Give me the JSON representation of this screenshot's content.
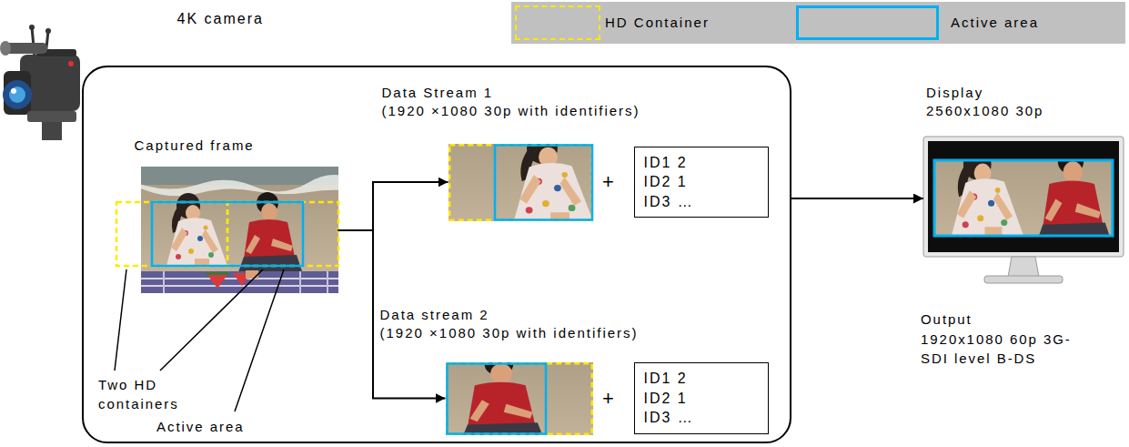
{
  "diagram": {
    "nodes": [
      {
        "text": [
          "4K camera"
        ]
      },
      {
        "text": [
          "Captured frame"
        ],
        "in": 0
      },
      {
        "text": [
          "Data Stream 1",
          "(1920 ×1080 30p with identifiers)"
        ],
        "in": 0
      },
      {
        "text": [
          "ID1 2",
          "ID2 1",
          "ID3 …"
        ],
        "in": 0
      },
      {
        "text": [
          "Data stream 2",
          "(1920 ×1080 30p with identifiers)"
        ],
        "in": 0
      },
      {
        "text": [
          "ID1 2",
          "ID2 1",
          "ID3 …"
        ],
        "in": 0
      },
      {
        "text": [
          "Display",
          "2560x1080 30p"
        ]
      }
    ],
    "edges": [
      {
        "from": 1,
        "to": 2,
        "arrow": "to"
      },
      {
        "from": 1,
        "to": 4,
        "arrow": "to"
      },
      {
        "from": 0,
        "to": 6,
        "arrow": "to"
      }
    ],
    "labels": [
      "+",
      "+",
      "Two HD containers",
      "Active area",
      "Output",
      "1920x1080 60p 3G-SDI level B-DS"
    ],
    "legend": [
      {
        "text": "HD Container"
      },
      {
        "text": "Active area"
      }
    ]
  }
}
